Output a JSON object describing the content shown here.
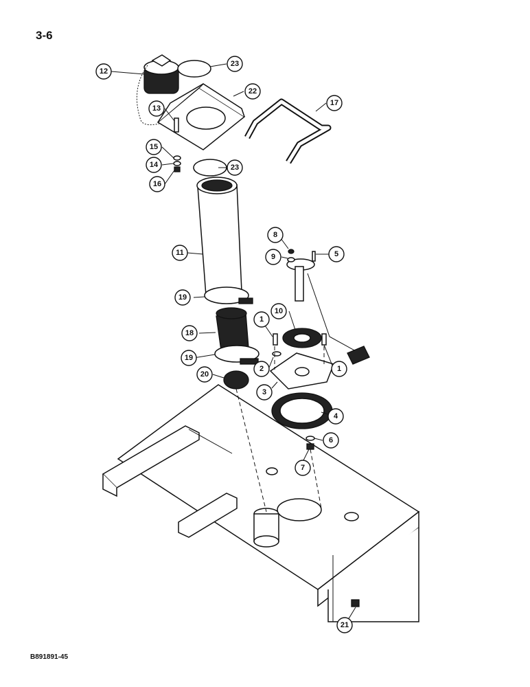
{
  "page_number": "3-6",
  "figure_code": "B891891-45",
  "callouts": {
    "c1a": "1",
    "c1b": "1",
    "c2": "2",
    "c3": "3",
    "c4": "4",
    "c5": "5",
    "c6": "6",
    "c7": "7",
    "c8": "8",
    "c9": "9",
    "c10": "10",
    "c11": "11",
    "c12": "12",
    "c13": "13",
    "c14": "14",
    "c15": "15",
    "c16": "16",
    "c17": "17",
    "c18": "18",
    "c19a": "19",
    "c19b": "19",
    "c20": "20",
    "c21": "21",
    "c22": "22",
    "c23a": "23",
    "c23b": "23"
  }
}
